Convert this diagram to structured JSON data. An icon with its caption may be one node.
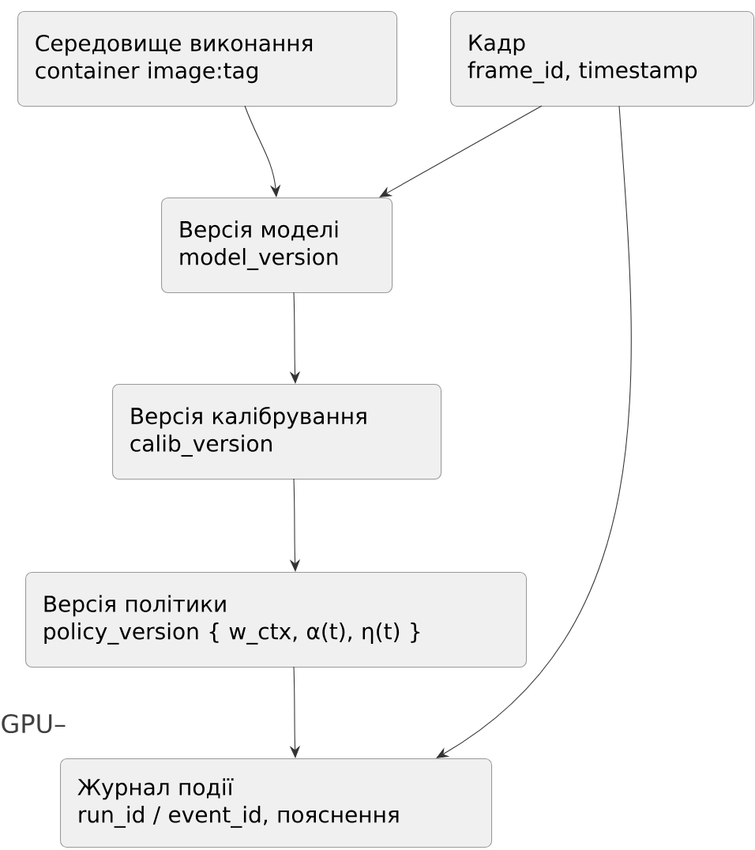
{
  "diagram": {
    "nodes": [
      {
        "text": [
          "Середовище виконання",
          "container image:tag"
        ]
      },
      {
        "text": [
          "Кадр",
          "frame_id, timestamp"
        ]
      },
      {
        "text": [
          "Версія моделі",
          "model_version"
        ]
      },
      {
        "text": [
          "Версія калібрування",
          "calib_version"
        ]
      },
      {
        "text": [
          "Версія політики",
          "policy_version { w_ctx, α(t), η(t) }"
        ]
      },
      {
        "text": [
          "Журнал події",
          "run_id / event_id, пояснення"
        ]
      }
    ],
    "edges": [
      {
        "from": 0,
        "to": 2,
        "arrow": "to"
      },
      {
        "from": 1,
        "to": 2,
        "arrow": "to"
      },
      {
        "from": 2,
        "to": 3,
        "arrow": "to"
      },
      {
        "from": 3,
        "to": 4,
        "arrow": "to"
      },
      {
        "from": 4,
        "to": 5,
        "arrow": "to"
      },
      {
        "from": 1,
        "to": 5,
        "arrow": "to"
      }
    ],
    "labels": [
      "GPU–"
    ]
  }
}
